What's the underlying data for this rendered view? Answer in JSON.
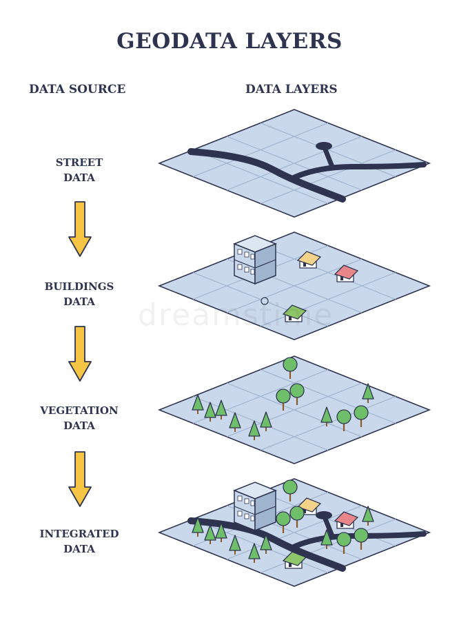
{
  "title": "GEODATA LAYERS",
  "headers": {
    "source": "DATA SOURCE",
    "layers": "DATA LAYERS"
  },
  "sources": [
    {
      "line1": "STREET",
      "line2": "DATA"
    },
    {
      "line1": "BUILDINGS",
      "line2": "DATA"
    },
    {
      "line1": "VEGETATION",
      "line2": "DATA"
    },
    {
      "line1": "INTEGRATED",
      "line2": "DATA"
    }
  ],
  "watermark": "dreamstime",
  "colors": {
    "text": "#2e3450",
    "map_fill": "#c9d8ea",
    "map_edge": "#2e3450",
    "grid": "#9fb4cf",
    "road": "#2e3450",
    "arrow_fill": "#f6c544",
    "tree": "#6fbf6a",
    "trunk": "#8a5a2b",
    "roof_red": "#e8868a",
    "roof_green": "#8fc66a",
    "roof_yellow": "#f3d38a",
    "building": "#c9d8ea"
  }
}
